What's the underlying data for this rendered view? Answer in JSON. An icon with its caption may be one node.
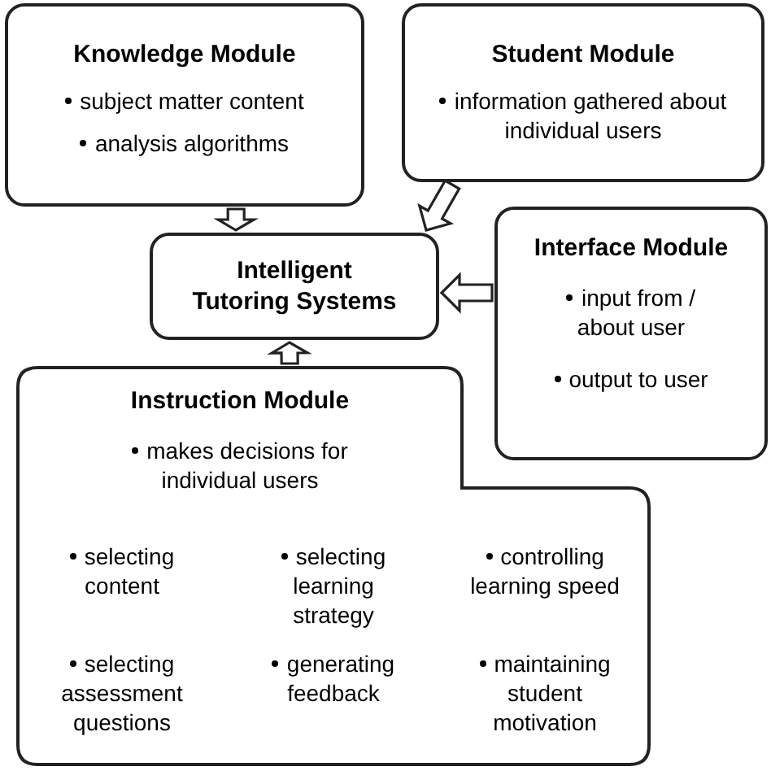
{
  "diagram": {
    "nodes": [
      {
        "text": [
          "Knowledge Module",
          "subject matter content",
          "analysis algorithms"
        ]
      },
      {
        "text": [
          "Student Module",
          "information gathered about individual users"
        ]
      },
      {
        "text": [
          "Intelligent Tutoring Systems"
        ]
      },
      {
        "text": [
          "Interface Module",
          "input from / about user",
          "output to user"
        ]
      },
      {
        "text": [
          "Instruction Module",
          "makes decisions for individual users",
          "selecting content",
          "selecting learning strategy",
          "controlling learning speed",
          "selecting assessment questions",
          "generating feedback",
          "maintaining student motivation"
        ]
      }
    ],
    "edges": [
      {
        "from": 0,
        "to": 2,
        "arrow": "to"
      },
      {
        "from": 1,
        "to": 2,
        "arrow": "to"
      },
      {
        "from": 3,
        "to": 2,
        "arrow": "to"
      },
      {
        "from": 4,
        "to": 2,
        "arrow": "to"
      }
    ]
  }
}
